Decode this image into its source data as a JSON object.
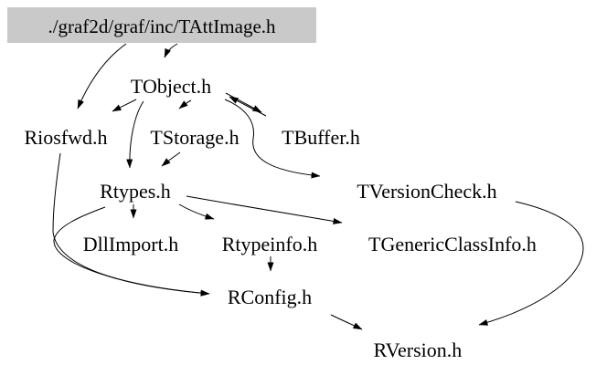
{
  "diagram": {
    "title": "include dependency graph for ./graf2d/graf/inc/TAttImage.h",
    "type": "include-dependency-graph",
    "colors": {
      "background": "#ffffff",
      "root_node_fill": "#c9c9c9",
      "edge": "#000000",
      "text": "#000000"
    },
    "nodes": [
      {
        "id": "tattimage",
        "label": "./graf2d/graf/inc/TAttImage.h",
        "highlighted": true
      },
      {
        "id": "tobject",
        "label": "TObject.h"
      },
      {
        "id": "riosfwd",
        "label": "Riosfwd.h"
      },
      {
        "id": "tstorage",
        "label": "TStorage.h"
      },
      {
        "id": "tbuffer",
        "label": "TBuffer.h"
      },
      {
        "id": "rtypes",
        "label": "Rtypes.h"
      },
      {
        "id": "tversioncheck",
        "label": "TVersionCheck.h"
      },
      {
        "id": "dllimport",
        "label": "DllImport.h"
      },
      {
        "id": "rtypeinfo",
        "label": "Rtypeinfo.h"
      },
      {
        "id": "tgenericclassinfo",
        "label": "TGenericClassInfo.h"
      },
      {
        "id": "rconfig",
        "label": "RConfig.h"
      },
      {
        "id": "rversion",
        "label": "RVersion.h"
      }
    ],
    "edges": [
      {
        "from": "tattimage",
        "to": "tobject"
      },
      {
        "from": "tattimage",
        "to": "riosfwd"
      },
      {
        "from": "tobject",
        "to": "riosfwd"
      },
      {
        "from": "tobject",
        "to": "tstorage"
      },
      {
        "from": "tobject",
        "to": "rtypes"
      },
      {
        "from": "tobject",
        "to": "tbuffer"
      },
      {
        "from": "tbuffer",
        "to": "tobject"
      },
      {
        "from": "tobject",
        "to": "tversioncheck"
      },
      {
        "from": "tstorage",
        "to": "rtypes"
      },
      {
        "from": "rtypes",
        "to": "dllimport"
      },
      {
        "from": "rtypes",
        "to": "rtypeinfo"
      },
      {
        "from": "rtypes",
        "to": "tgenericclassinfo"
      },
      {
        "from": "rtypes",
        "to": "rconfig"
      },
      {
        "from": "riosfwd",
        "to": "rconfig"
      },
      {
        "from": "rtypeinfo",
        "to": "rconfig"
      },
      {
        "from": "rconfig",
        "to": "rversion"
      },
      {
        "from": "tversioncheck",
        "to": "rversion"
      }
    ]
  }
}
